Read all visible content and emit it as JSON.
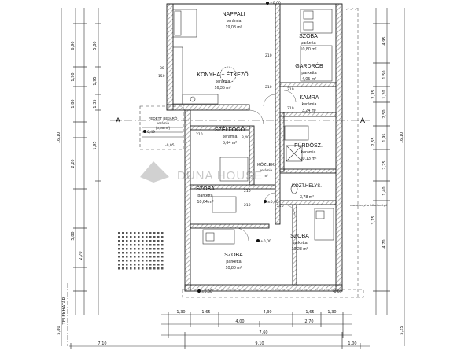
{
  "rooms": {
    "nappali": {
      "name": "NAPPALI",
      "floor": "kerámia",
      "area": "19,08 m²"
    },
    "konyha": {
      "name": "KONYHA + ÉTKEZŐ",
      "floor": "kerámia",
      "area": "16,35 m²"
    },
    "szoba_ne": {
      "name": "SZOBA",
      "floor": "parketta",
      "area": "10,80 m²"
    },
    "gardrob": {
      "name": "GARDRÓB",
      "floor": "parketta",
      "area": "4,05 m²"
    },
    "kamra": {
      "name": "KAMRA",
      "floor": "kerámia",
      "area": "3,24 m²"
    },
    "szelfogo": {
      "name": "SZÉLFOGÓ",
      "floor": "kerámia",
      "area": "5,64 m²"
    },
    "furdoszoba": {
      "name": "FÜRDŐSZ.",
      "floor": "kerámia",
      "area": "10,13 m²"
    },
    "kozlek": {
      "name": "KÖZLEK",
      "floor": "kerámia",
      "area": "m²"
    },
    "wc": {
      "name": "KÖZT.HELYS.",
      "floor": "",
      "area": "3,78 m²"
    },
    "szoba_w": {
      "name": "SZOBA",
      "floor": "parketta",
      "area": "10,64 m²"
    },
    "szoba_se": {
      "name": "SZOBA",
      "floor": "parketta",
      "area": "10,28 m²"
    },
    "szoba_sw": {
      "name": "SZOBA",
      "floor": "parketta",
      "area": "10,80 m²"
    },
    "terasz": {
      "name": "FEDETT BEJÁRÓ",
      "floor": "kerámia",
      "area": "(3,86 m²)"
    }
  },
  "labels": {
    "section_left": "A",
    "section_right": "A",
    "telekhatar": "TELEKHATÁR",
    "watermark": "DUNA HOUSE",
    "zero_top": "±0,00",
    "zero_a": "±0,00",
    "zero_b": "±0,00",
    "zero_c": "±0,00",
    "note_right": "mosókonyha hőszivattyú",
    "e_049": "0,49",
    "e_neg005": "-0,05",
    "e_neg005b": "-0,05",
    "d_210a": "210",
    "d_210b": "210",
    "d_210c": "210",
    "d_210d": "210",
    "d_210e": "210",
    "d_210f": "210",
    "d_210g": "210",
    "d_210h": "210",
    "d_340": "3,40",
    "d_150": "150",
    "d_80": "80"
  },
  "dims": {
    "left_col1": [
      "6,90",
      "1,90",
      "1,80",
      "2,20",
      "5,80",
      "2,70"
    ],
    "left_col2": [
      "5,80",
      "1,95",
      "1,35",
      "1,95"
    ],
    "left_total": "16,10",
    "left_bottom": "5,80",
    "right_col1": [
      "4,95",
      "1,50",
      "1,20",
      "2,50",
      "1,95",
      "2,25",
      "1,40",
      "4,70"
    ],
    "right_col2": [
      "2,35",
      "2,55",
      "3,15"
    ],
    "right_total": "16,10",
    "right_bottom": "5,25",
    "bottom_row1": [
      "1,30",
      "1,65",
      "4,30",
      "1,65",
      "1,30"
    ],
    "bottom_row2": [
      "4,00",
      "2,70"
    ],
    "bottom_row3": [
      "7,60"
    ],
    "bottom_row4": [
      "7,10",
      "9,10",
      "1,00"
    ]
  }
}
